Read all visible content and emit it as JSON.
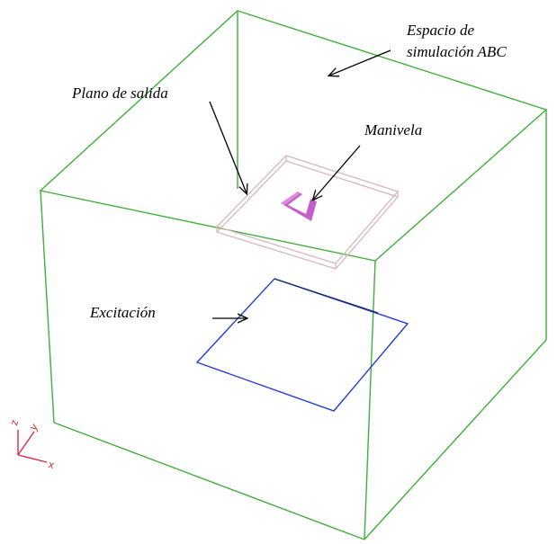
{
  "labels": {
    "espacio_line1": "Espacio de",
    "espacio_line2": "simulación ABC",
    "plano": "Plano de salida",
    "manivela": "Manivela",
    "excitacion": "Excitación"
  },
  "axes": {
    "z": "z",
    "y": "y",
    "x": "x"
  },
  "colors": {
    "box": "#3fae3a",
    "plane": "#d6b8b8",
    "crank": "#c45ec8",
    "excitation": "#2438d8",
    "axes": "#d03040",
    "arrow": "#000000"
  }
}
